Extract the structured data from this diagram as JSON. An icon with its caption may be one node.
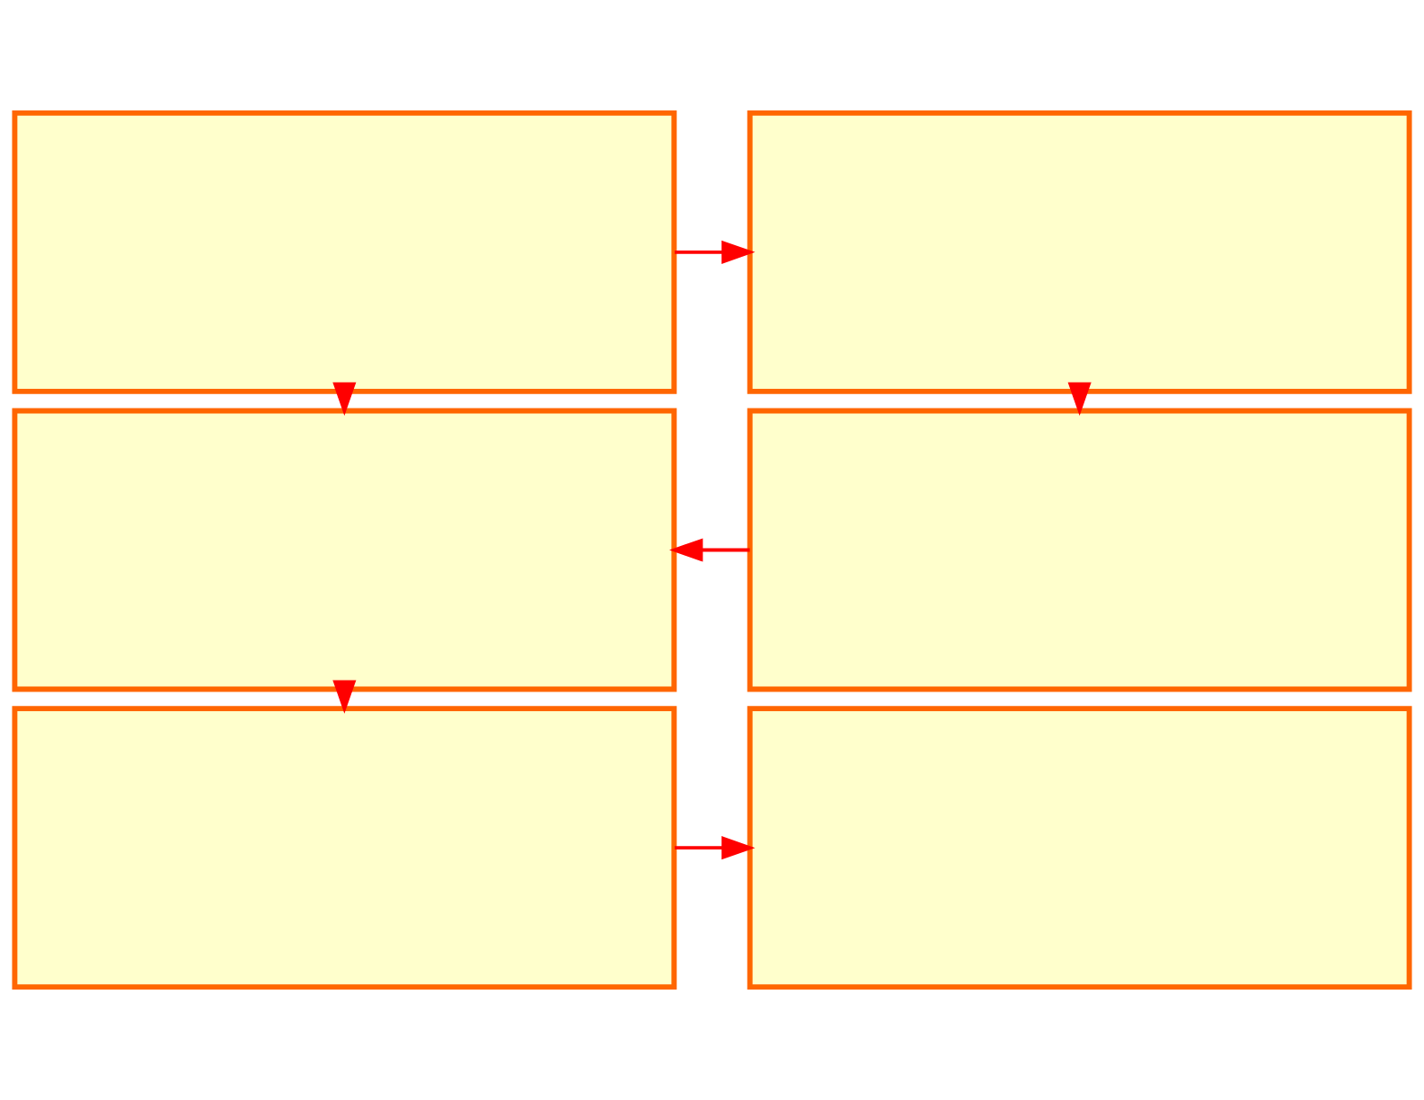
{
  "diagram": {
    "nodes": [
      {
        "text": [],
        "shape": "box"
      },
      {
        "text": [],
        "shape": "box"
      },
      {
        "text": [],
        "shape": "box"
      },
      {
        "text": [],
        "shape": "box"
      },
      {
        "text": [],
        "shape": "box"
      },
      {
        "text": [],
        "shape": "box"
      }
    ],
    "edges": [
      {
        "from": 0,
        "to": 1,
        "arrow": "to"
      },
      {
        "from": 0,
        "to": 2,
        "arrow": "to"
      },
      {
        "from": 1,
        "to": 3,
        "arrow": "to"
      },
      {
        "from": 3,
        "to": 2,
        "arrow": "to"
      },
      {
        "from": 2,
        "to": 4,
        "arrow": "to"
      },
      {
        "from": 4,
        "to": 5,
        "arrow": "to"
      }
    ]
  }
}
